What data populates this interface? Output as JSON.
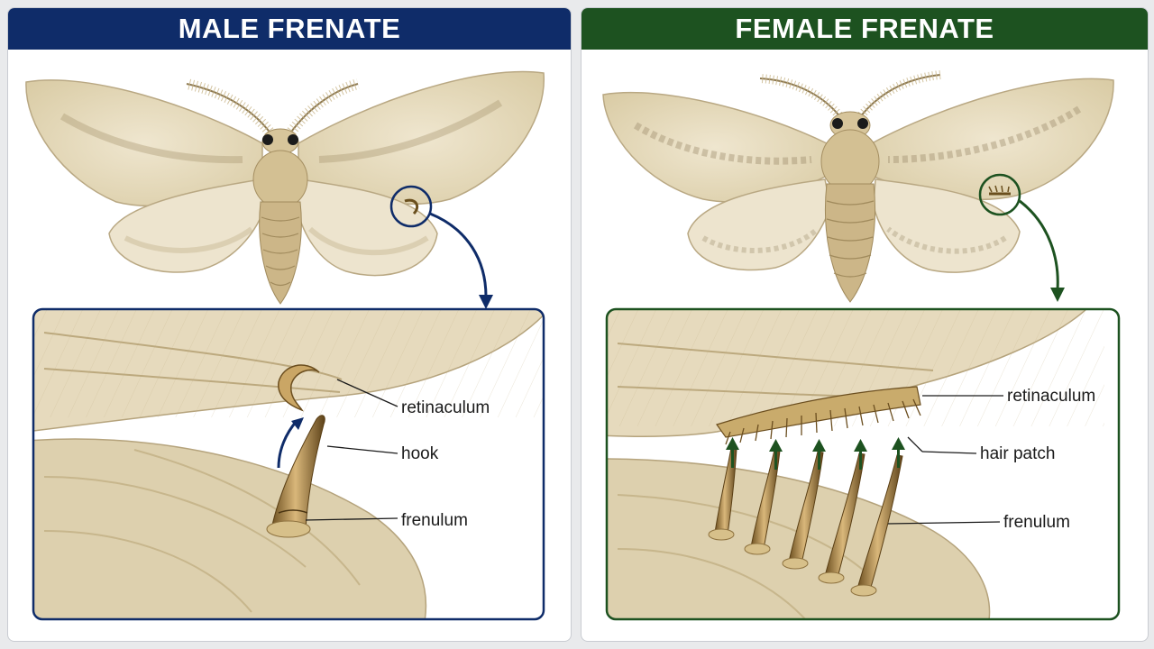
{
  "male": {
    "title": "MALE FRENATE",
    "accent": "#0f2c69",
    "labels": {
      "retinaculum": "retinaculum",
      "hook": "hook",
      "frenulum": "frenulum"
    }
  },
  "female": {
    "title": "FEMALE FRENATE",
    "accent": "#1d5220",
    "labels": {
      "retinaculum": "retinaculum",
      "hair_patch": "hair patch",
      "frenulum": "frenulum"
    }
  },
  "colors": {
    "wing": "#e7dcc0",
    "wing_dark": "#b9a883",
    "body": "#cdb98e",
    "bristle": "#a88a52"
  }
}
